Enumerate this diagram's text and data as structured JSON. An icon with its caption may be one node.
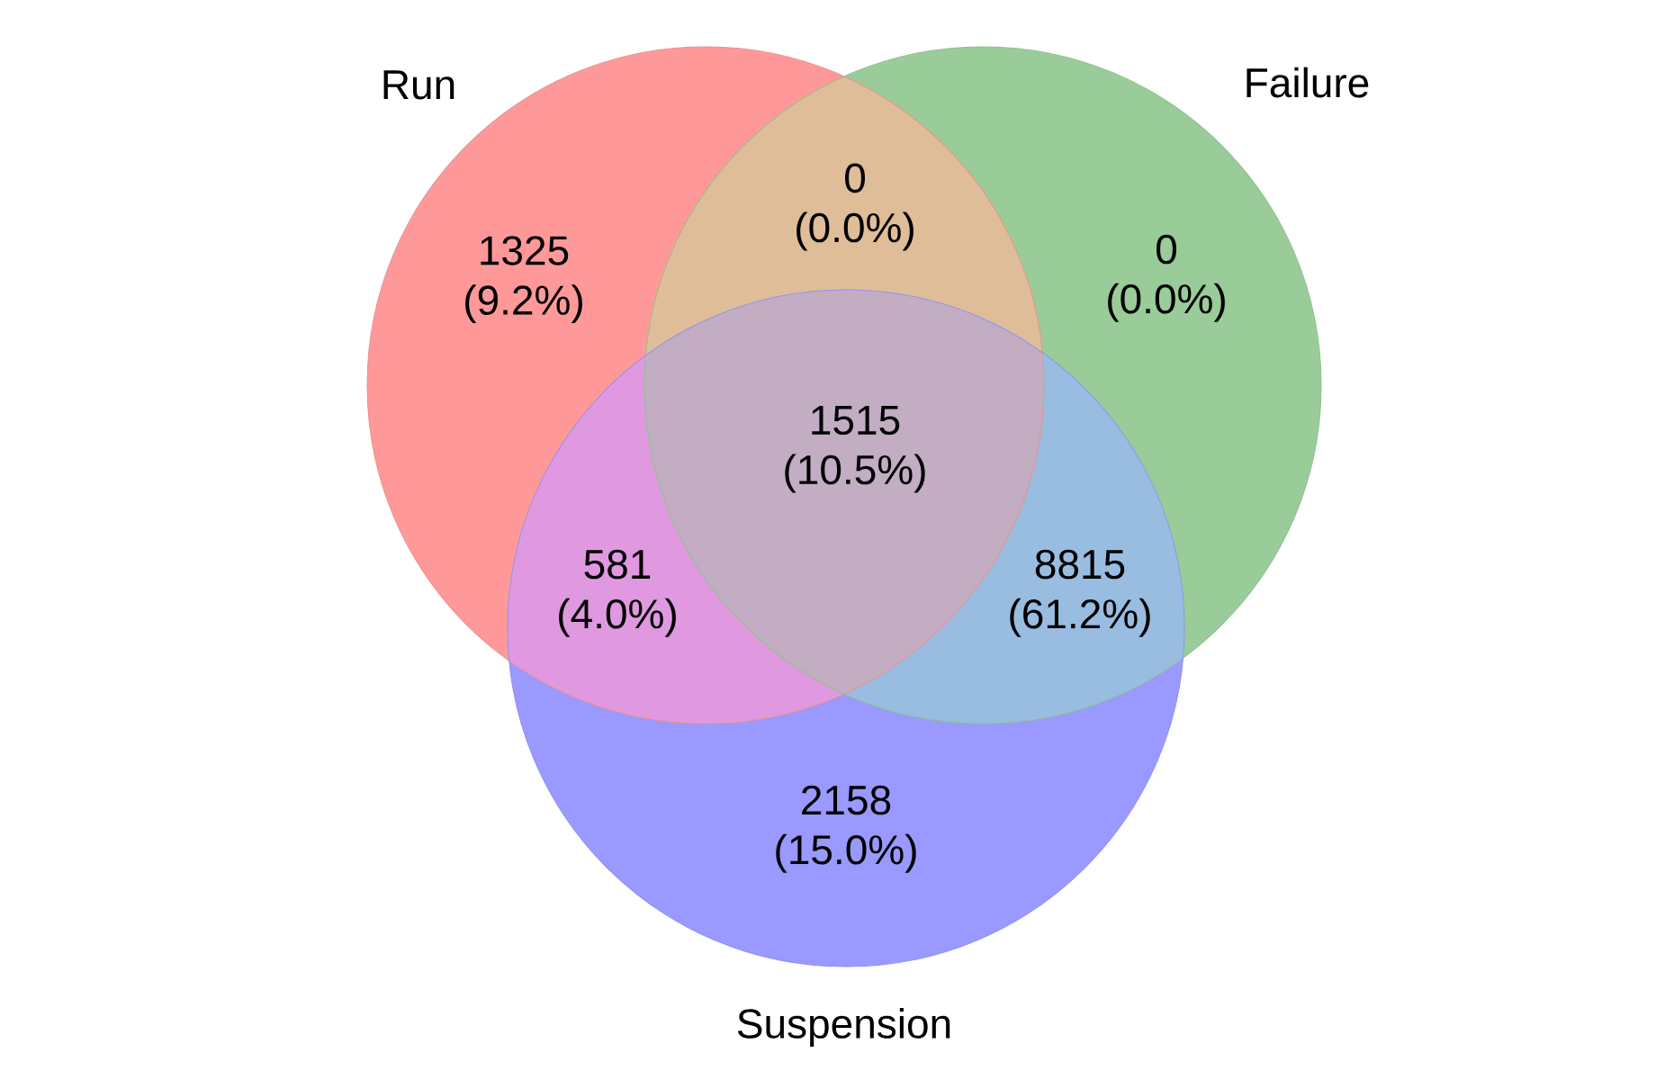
{
  "diagram": {
    "nodes": [
      {
        "text": [
          "Run"
        ]
      },
      {
        "text": [
          "Failure"
        ]
      },
      {
        "text": [
          "Suspension"
        ]
      }
    ],
    "labels": [
      "0 (0.0%)",
      "1325 (9.2%)",
      "0 (0.0%)",
      "1515 (10.5%)",
      "581 (4.0%)",
      "8815 (61.2%)",
      "2158 (15.0%)"
    ]
  }
}
